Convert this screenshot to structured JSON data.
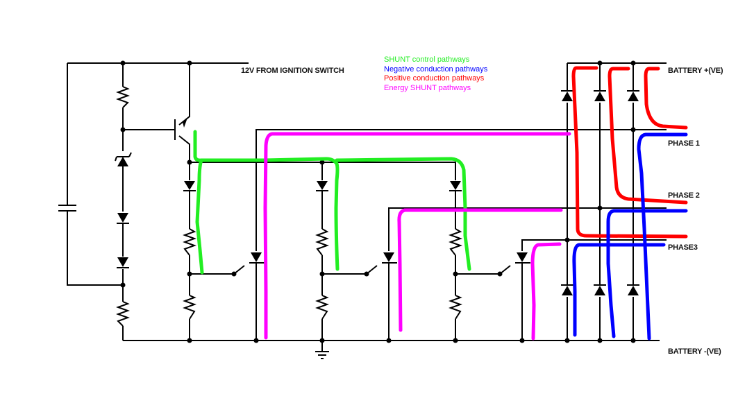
{
  "labels": {
    "supply": "12V FROM IGNITION SWITCH",
    "battery_pos": "BATTERY +(VE)",
    "phase1": "PHASE 1",
    "phase2": "PHASE 2",
    "phase3": "PHASE3",
    "battery_neg": "BATTERY -(VE)"
  },
  "legend": [
    {
      "label": "SHUNT control pathways",
      "color": "#22ee22"
    },
    {
      "label": "Negative conduction pathways",
      "color": "#0000ff"
    },
    {
      "label": "Positive conduction pathways",
      "color": "#ff0000"
    },
    {
      "label": "Energy SHUNT pathways",
      "color": "#ff00ff"
    }
  ],
  "colors": {
    "wire": "#000000",
    "shunt_control": "#22ee22",
    "negative": "#0000ff",
    "positive": "#ff0000",
    "energy_shunt": "#ff00ff"
  }
}
